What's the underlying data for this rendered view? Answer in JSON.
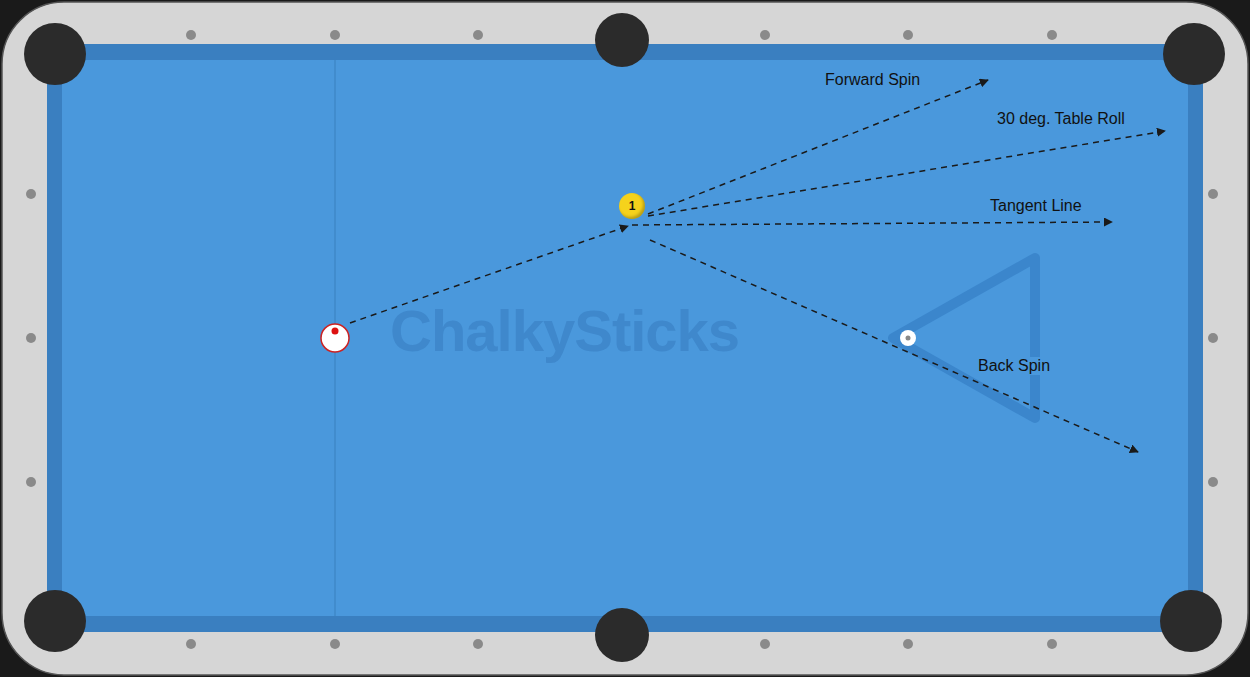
{
  "diagram": {
    "nodes": [
      {
        "text": [
          "1"
        ]
      }
    ],
    "labels": [
      "Forward Spin",
      "30 deg. Table Roll",
      "Tangent Line",
      "Back Spin",
      "ChalkySticks"
    ]
  }
}
